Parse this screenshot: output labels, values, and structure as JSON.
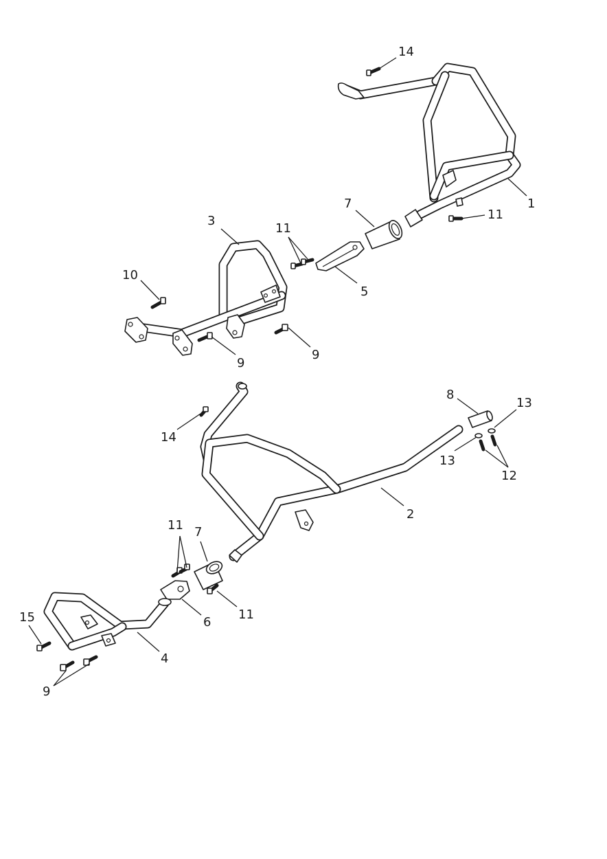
{
  "callouts": [
    {
      "id": "1",
      "label": "1"
    },
    {
      "id": "2",
      "label": "2"
    },
    {
      "id": "3",
      "label": "3"
    },
    {
      "id": "4",
      "label": "4"
    },
    {
      "id": "5",
      "label": "5"
    },
    {
      "id": "6",
      "label": "6"
    },
    {
      "id": "7a",
      "label": "7"
    },
    {
      "id": "7b",
      "label": "7"
    },
    {
      "id": "8",
      "label": "8"
    },
    {
      "id": "9a",
      "label": "9"
    },
    {
      "id": "9b",
      "label": "9"
    },
    {
      "id": "9c",
      "label": "9"
    },
    {
      "id": "10",
      "label": "10"
    },
    {
      "id": "11a",
      "label": "11"
    },
    {
      "id": "11b",
      "label": "11"
    },
    {
      "id": "11c",
      "label": "11"
    },
    {
      "id": "11d",
      "label": "11"
    },
    {
      "id": "12",
      "label": "12"
    },
    {
      "id": "13a",
      "label": "13"
    },
    {
      "id": "13b",
      "label": "13"
    },
    {
      "id": "14a",
      "label": "14"
    },
    {
      "id": "14b",
      "label": "14"
    },
    {
      "id": "15",
      "label": "15"
    }
  ]
}
